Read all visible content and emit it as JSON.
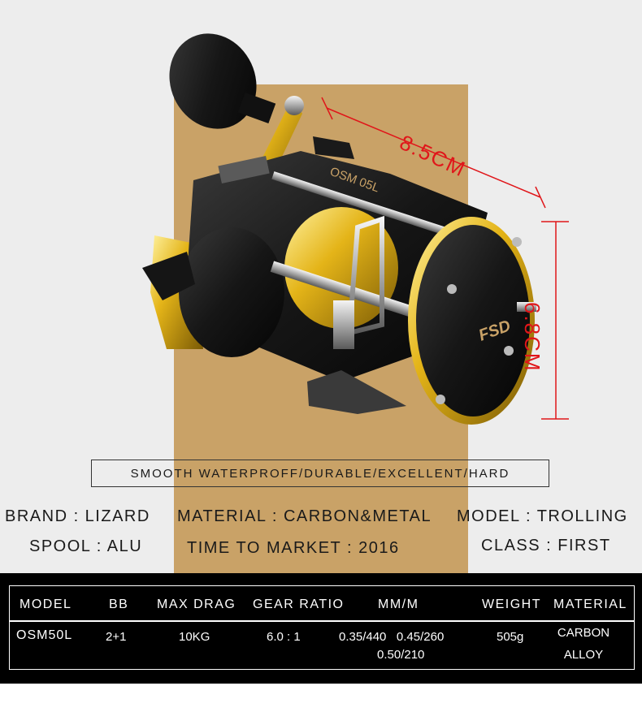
{
  "dimensions": {
    "width_label": "8.5CM",
    "height_label": "6.8CM"
  },
  "product": {
    "reel_marking": "OSM 05L",
    "logo_text": "FSD"
  },
  "slogan": "SMOOTH WATERPROFF/DURABLE/EXCELLENT/HARD",
  "specs": {
    "brand": "BRAND : LIZARD",
    "material": "MATERIAL : CARBON&METAL",
    "model": "MODEL : TROLLING",
    "spool": "SPOOL : ALU",
    "time_to_market": "TIME TO MARKET : 2016",
    "class": "CLASS : FIRST"
  },
  "table": {
    "headers": [
      "MODEL",
      "BB",
      "MAX DRAG",
      "GEAR RATIO",
      "MM/M",
      "WEIGHT",
      "MATERIAL"
    ],
    "row": {
      "model": "OSM50L",
      "bb": "2+1",
      "max_drag": "10KG",
      "gear_ratio": "6.0 : 1",
      "mmm_line1": "0.35/440   0.45/260",
      "mmm_line2": "0.50/210",
      "weight": "505g",
      "material_line1": "CARBON",
      "material_line2": "ALLOY"
    }
  },
  "colors": {
    "gold_panel": "#c9a267",
    "dimension_red": "#e0161a",
    "table_bg": "#000000"
  }
}
